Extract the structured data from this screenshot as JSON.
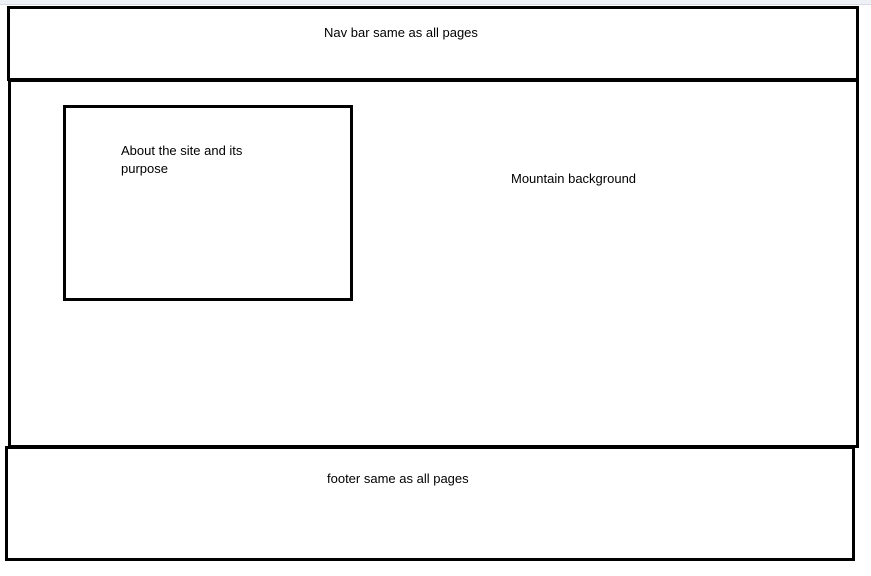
{
  "nav_bar": {
    "label": "Nav bar same as all pages"
  },
  "main": {
    "background_label": "Mountain background",
    "about_box": {
      "label": "About the site and its purpose"
    }
  },
  "footer": {
    "label": "footer same as all pages"
  },
  "colors": {
    "border": "#000000",
    "background": "#ffffff"
  }
}
